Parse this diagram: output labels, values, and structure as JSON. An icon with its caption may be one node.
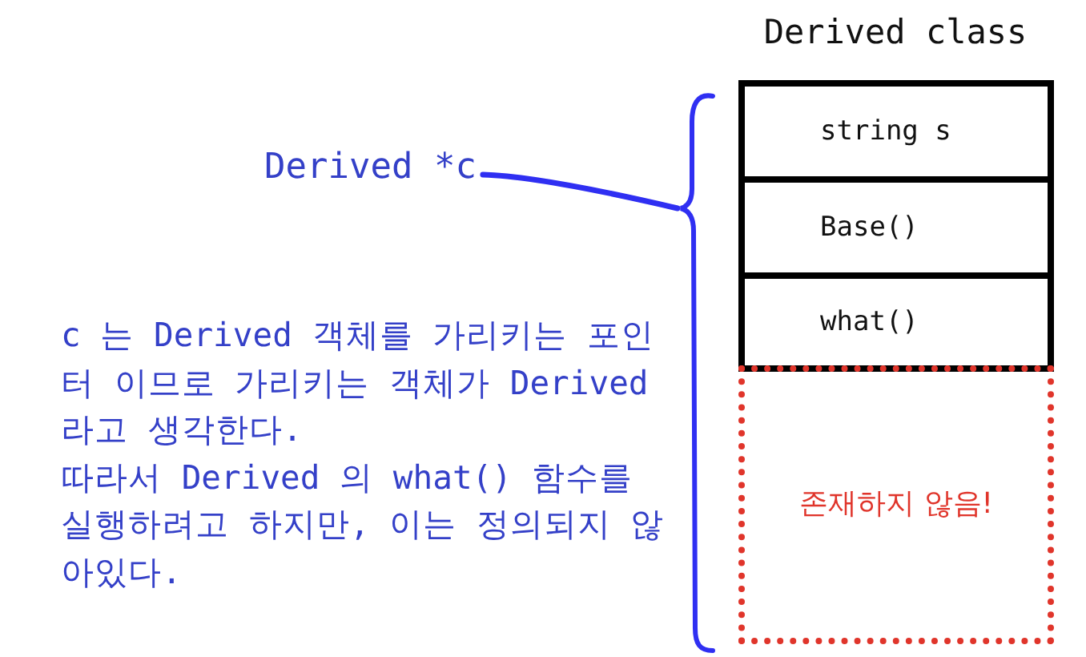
{
  "diagram": {
    "nodes": [
      {
        "text": [
          "Derived *c"
        ]
      },
      {
        "text": [],
        "shape": "brace"
      },
      {
        "text": [
          "string s"
        ]
      },
      {
        "text": [
          "Base()"
        ]
      },
      {
        "text": [
          "what()"
        ]
      },
      {
        "text": [
          "존재하지 않음!"
        ]
      }
    ],
    "edges": [
      {
        "from": 0,
        "to": 1,
        "arrow": "none"
      }
    ],
    "labels": [
      "Derived class",
      "c 는 Derived 객체를 가리키는 포인터 이므로 가리키는 객체가 Derived 라고 생각한다.",
      "따라서 Derived 의 what() 함수를 실행하려고 하지만, 이는 정의되지 않아있다."
    ]
  }
}
